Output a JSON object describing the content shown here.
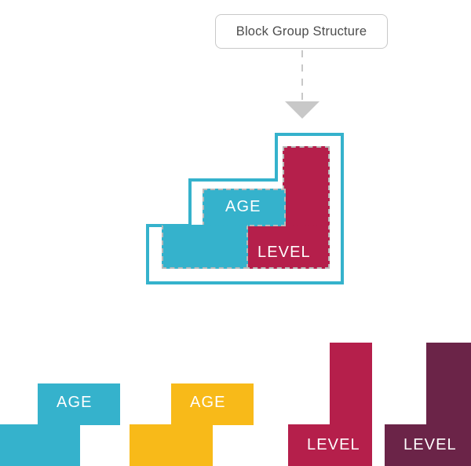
{
  "title": {
    "label": "Block Group Structure"
  },
  "arrow": {
    "icon": "dashed-down-arrow-icon",
    "style": "dashed",
    "direction": "down"
  },
  "colors": {
    "cyan": "#35b2cc",
    "crimson": "#b51f4b",
    "yellow": "#f8ba19",
    "plum": "#6b2448",
    "outline_stroke": "#35b2cc",
    "dashed_stroke": "#b9b9b9",
    "arrow": "#c8c8c8",
    "pill_border": "#c9c9c9",
    "pill_text": "#4d4d4d",
    "block_text": "#ffffff",
    "background": "#ffffff"
  },
  "structure": {
    "name": "block-group-structure",
    "outline_label": "stepped-group-outline",
    "blocks": [
      {
        "id": "age",
        "label": "AGE",
        "color": "#35b2cc",
        "shape": "stepped-L"
      },
      {
        "id": "level",
        "label": "LEVEL",
        "color": "#b51f4b",
        "shape": "stepped-L"
      }
    ]
  },
  "legend_row": {
    "name": "block-variants-row",
    "blocks": [
      {
        "id": "age-cyan",
        "label": "AGE",
        "color": "#35b2cc"
      },
      {
        "id": "age-yellow",
        "label": "AGE",
        "color": "#f8ba19"
      },
      {
        "id": "level-crimson",
        "label": "LEVEL",
        "color": "#b51f4b"
      },
      {
        "id": "level-plum",
        "label": "LEVEL",
        "color": "#6b2448"
      }
    ]
  }
}
